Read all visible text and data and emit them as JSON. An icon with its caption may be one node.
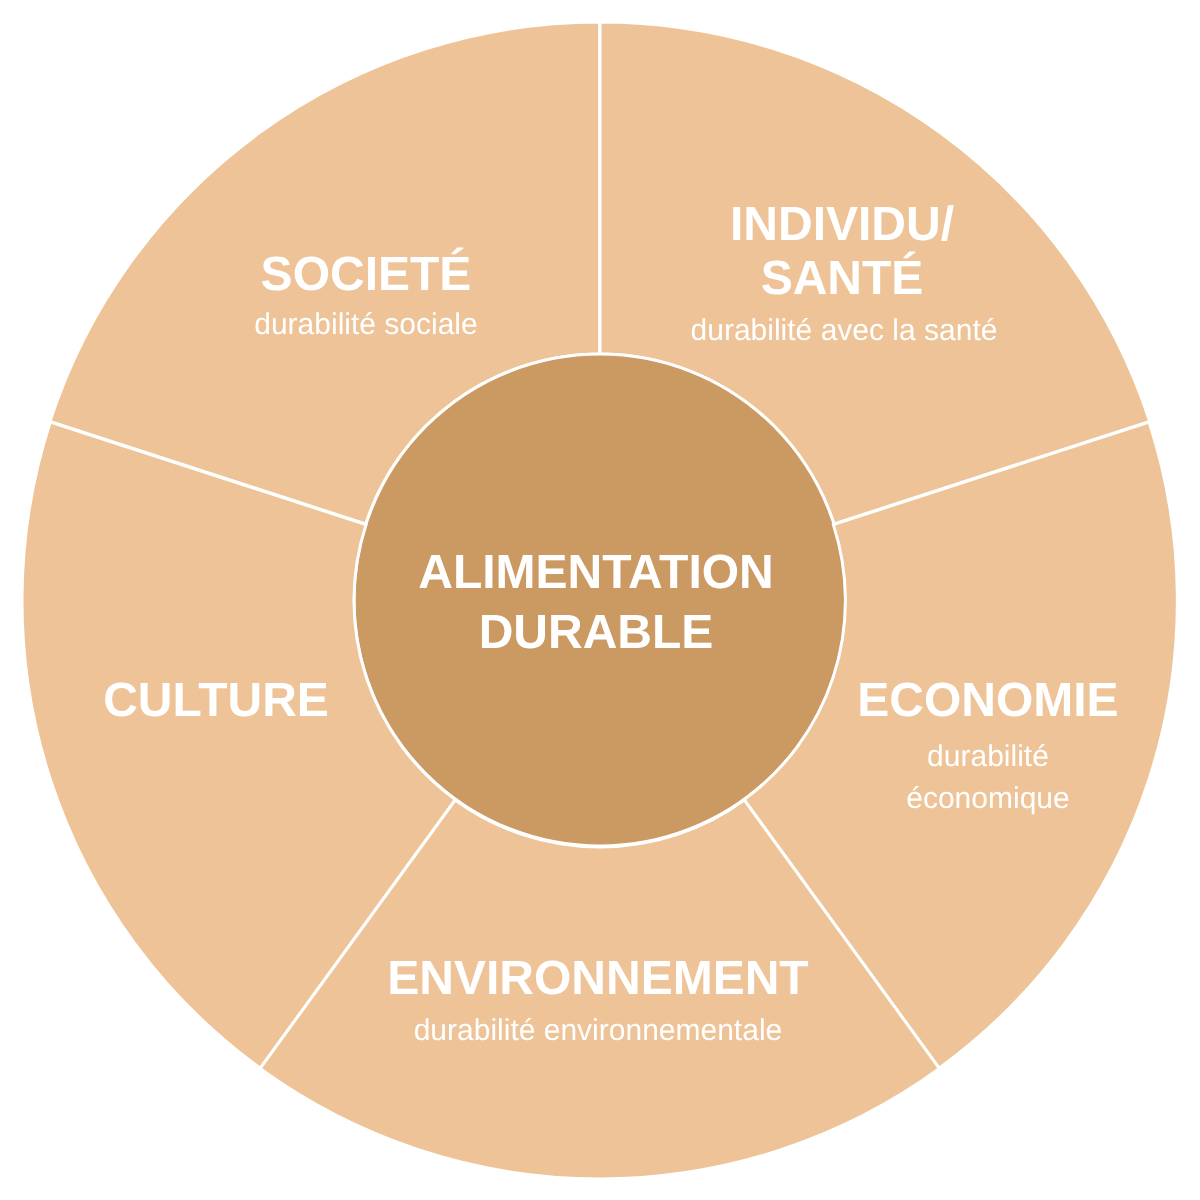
{
  "diagram": {
    "nodes": [
      {
        "text": [
          "SOCIETÉ",
          "durabilité sociale"
        ]
      },
      {
        "text": [
          "INDIVIDU/ SANTÉ",
          "durabilité avec la santé"
        ]
      },
      {
        "text": [
          "ALIMENTATION DURABLE"
        ]
      },
      {
        "text": [
          "CULTURE"
        ]
      },
      {
        "text": [
          "ECONOMIE",
          "durabilité économique"
        ]
      },
      {
        "text": [
          "ENVIRONNEMENT",
          "durabilité environnementale"
        ]
      }
    ]
  }
}
